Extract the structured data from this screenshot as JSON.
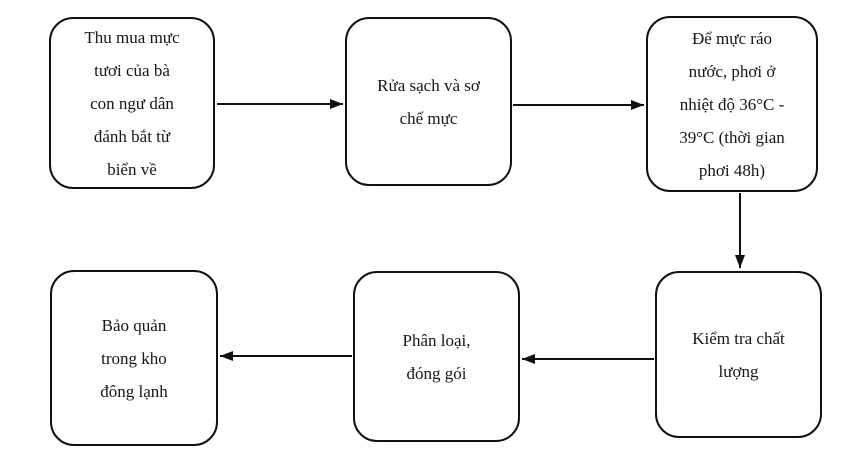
{
  "diagram": {
    "description": "Process flowchart for dried squid production",
    "colors": {
      "background": "#ffffff",
      "border": "#111111",
      "text": "#161616",
      "arrow": "#111111"
    },
    "nodes": [
      {
        "id": "thu-mua",
        "label": "Thu mua mực\ntươi của bà\ncon ngư dân\nđánh bắt từ\nbiển về"
      },
      {
        "id": "rua-sach",
        "label": "Rửa sạch và sơ\nchế mực"
      },
      {
        "id": "phoi",
        "label": "Để mực ráo\nnước, phơi ở\nnhiệt độ 36°C -\n39°C (thời gian\nphơi 48h)"
      },
      {
        "id": "kiem-tra",
        "label": "Kiểm tra chất\nlượng"
      },
      {
        "id": "phan-loai",
        "label": "Phân loại,\nđóng gói"
      },
      {
        "id": "bao-quan",
        "label": "Bảo quản\ntrong kho\nđông lạnh"
      }
    ],
    "edges": [
      {
        "from": "thu-mua",
        "to": "rua-sach",
        "direction": "right"
      },
      {
        "from": "rua-sach",
        "to": "phoi",
        "direction": "right"
      },
      {
        "from": "phoi",
        "to": "kiem-tra",
        "direction": "down"
      },
      {
        "from": "kiem-tra",
        "to": "phan-loai",
        "direction": "left"
      },
      {
        "from": "phan-loai",
        "to": "bao-quan",
        "direction": "left"
      }
    ]
  }
}
